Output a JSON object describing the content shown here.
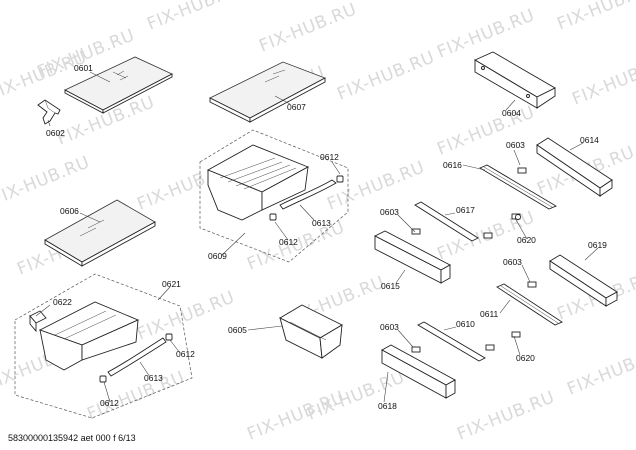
{
  "watermark": {
    "text": "FIX-HUB.RU"
  },
  "footer": {
    "text": "58300000135942 aet 000 f 6/13"
  },
  "labels": {
    "p0601": "0601",
    "p0602": "0602",
    "p0607": "0607",
    "p0604": "0604",
    "p0612a": "0612",
    "p0613a": "0613",
    "p0612b": "0612",
    "p0609": "0609",
    "p0603a": "0603",
    "p0614": "0614",
    "p0616": "0616",
    "p0606": "0606",
    "p0603b": "0603",
    "p0617": "0617",
    "p0620a": "0620",
    "p0615": "0615",
    "p0619": "0619",
    "p0603c": "0603",
    "p0621": "0621",
    "p0622": "0622",
    "p0611": "0611",
    "p0605": "0605",
    "p0603d": "0603",
    "p0610": "0610",
    "p0612c": "0612",
    "p0620b": "0620",
    "p0613b": "0613",
    "p0612d": "0612",
    "p0618": "0618"
  }
}
